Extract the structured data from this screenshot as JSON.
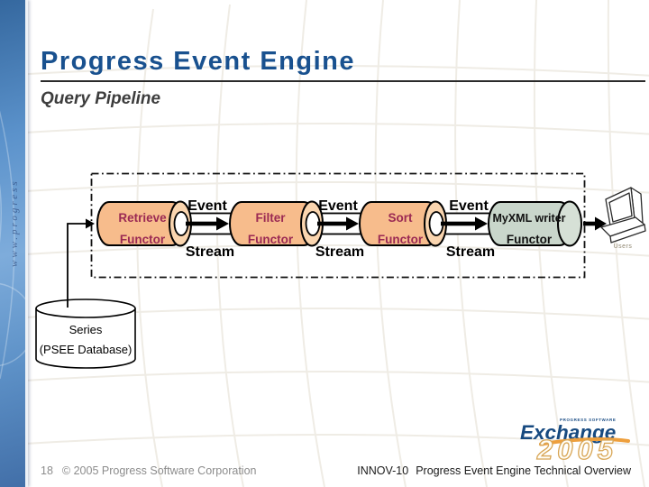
{
  "slide": {
    "title": "Progress Event Engine",
    "subtitle": "Query Pipeline"
  },
  "sidebar": {
    "watermark_text": "www.progress"
  },
  "diagram": {
    "event_label": "Event",
    "stream_label": "Stream",
    "functor_label": "Functor",
    "stages": [
      {
        "name": "Retrieve"
      },
      {
        "name": "Filter"
      },
      {
        "name": "Sort"
      },
      {
        "name": "MyXML writer"
      }
    ],
    "database": {
      "line1": "Series",
      "line2": "(PSEE Database)"
    },
    "users_label": "Users"
  },
  "footer": {
    "page_number": "18",
    "copyright": "© 2005 Progress Software Corporation",
    "course_code": "INNOV-10",
    "deck_title": "Progress Event Engine Technical Overview"
  },
  "logo": {
    "tagline": "PROGRESS SOFTWARE",
    "brand": "Exchange",
    "year": "2005"
  },
  "colors": {
    "title_blue": "#19518F",
    "functor_fill": "#F7BC8C",
    "functor_ring": "#FAD5AF",
    "functor_text": "#9B2953",
    "writer_fill": "#C9D6CB",
    "writer_cap": "#D6E0D6",
    "sidebar_blue": "#5B92CB",
    "logo_navy": "#174A80",
    "logo_orange": "#EE9F3C"
  }
}
